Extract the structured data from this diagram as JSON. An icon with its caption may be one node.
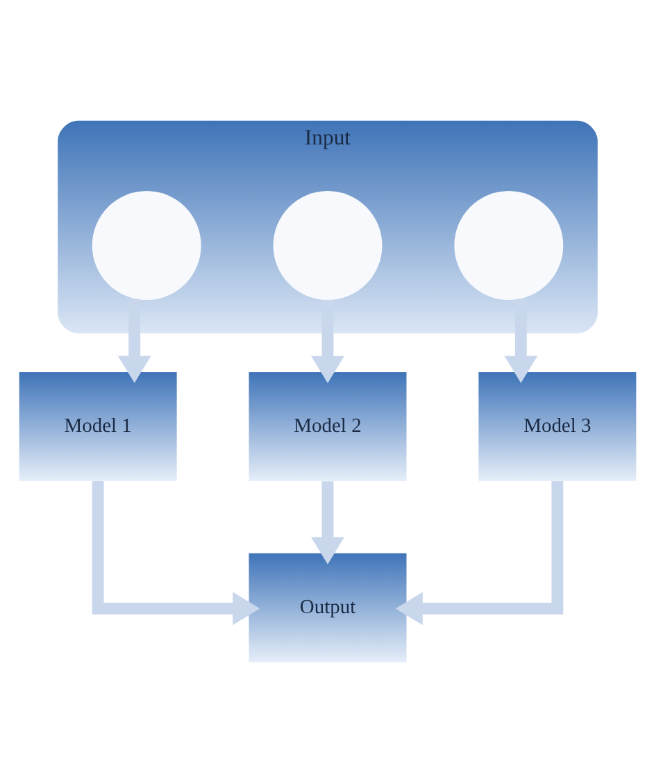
{
  "diagram": {
    "nodes": [
      {
        "text": [
          "Input"
        ]
      },
      {
        "text": [],
        "shape": "circle",
        "in": 0
      },
      {
        "text": [],
        "shape": "circle",
        "in": 0
      },
      {
        "text": [],
        "shape": "circle",
        "in": 0
      },
      {
        "text": [
          "Model 1"
        ]
      },
      {
        "text": [
          "Model 2"
        ]
      },
      {
        "text": [
          "Model 3"
        ]
      },
      {
        "text": [
          "Output"
        ]
      }
    ],
    "edges": [
      {
        "from": 1,
        "to": 4,
        "arrow": "to"
      },
      {
        "from": 2,
        "to": 5,
        "arrow": "to"
      },
      {
        "from": 3,
        "to": 6,
        "arrow": "to"
      },
      {
        "from": 4,
        "to": 7,
        "arrow": "to"
      },
      {
        "from": 5,
        "to": 7,
        "arrow": "to"
      },
      {
        "from": 6,
        "to": 7,
        "arrow": "to"
      }
    ]
  }
}
